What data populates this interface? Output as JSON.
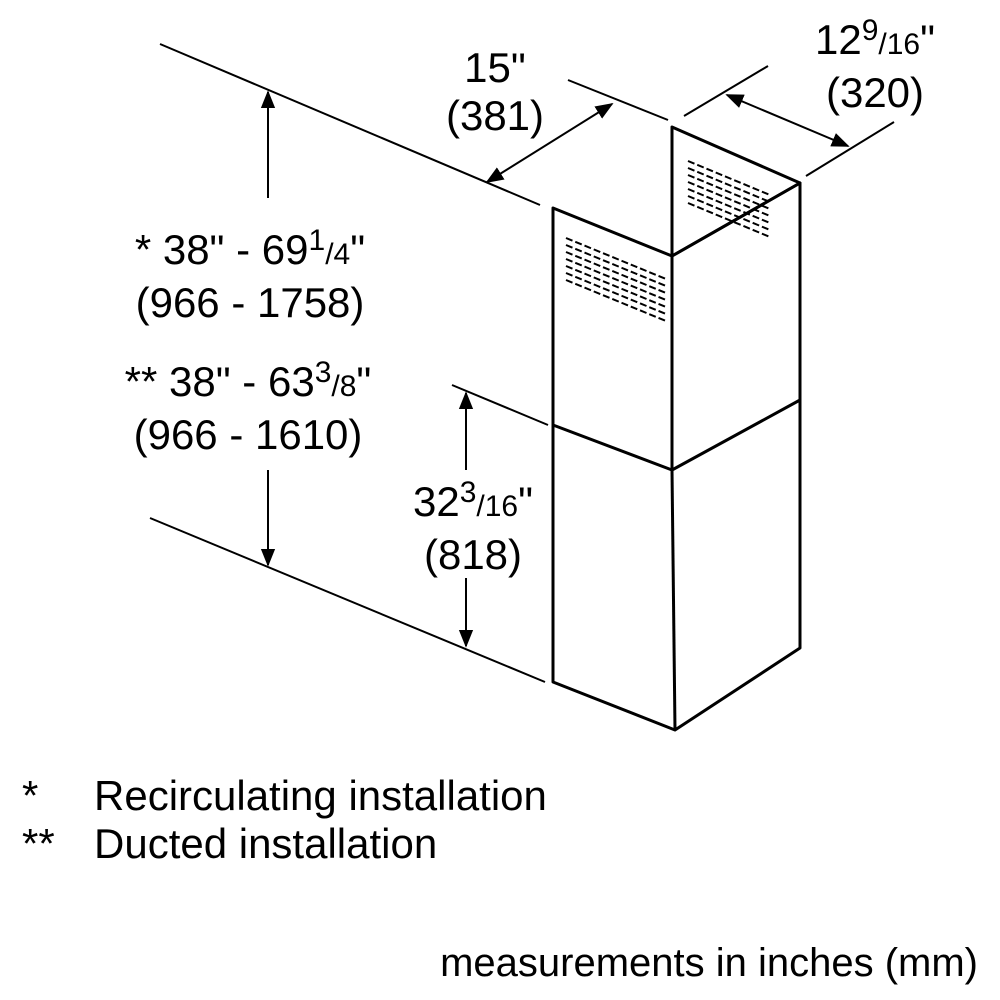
{
  "dimensions": {
    "width": {
      "inches": "15\"",
      "mm": "(381)"
    },
    "depth": {
      "whole": "12",
      "num": "9",
      "den": "16",
      "quote": "\"",
      "mm": "(320)"
    },
    "recirc_height": {
      "prefix": "* 38\" - 69",
      "num": "1",
      "den": "4",
      "quote": "\"",
      "mm": "(966 - 1758)"
    },
    "ducted_height": {
      "prefix": "** 38\" - 63",
      "num": "3",
      "den": "8",
      "quote": "\"",
      "mm": "(966 - 1610)"
    },
    "lower_height": {
      "whole": "32",
      "num": "3",
      "den": "16",
      "quote": "\"",
      "mm": "(818)"
    }
  },
  "legend": [
    {
      "mark": "*",
      "text": "Recirculating installation"
    },
    {
      "mark": "**",
      "text": "Ducted installation"
    }
  ],
  "footer": "measurements in inches (mm)",
  "colors": {
    "line": "#000000",
    "background": "#ffffff"
  }
}
